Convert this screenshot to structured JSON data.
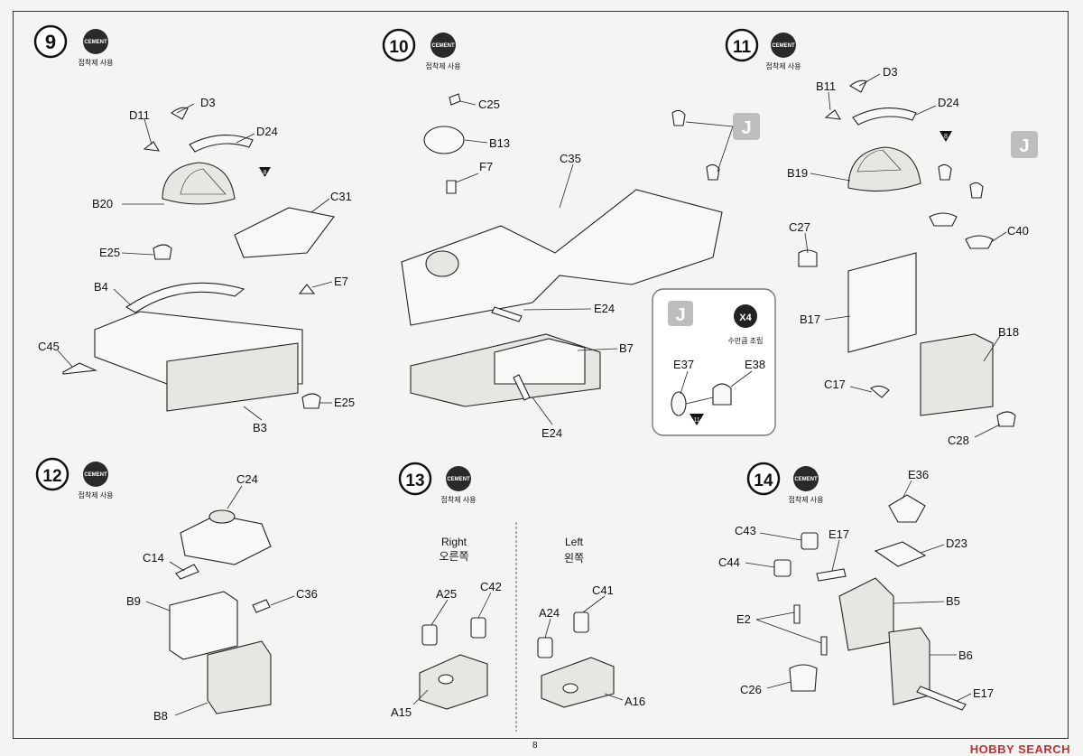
{
  "page_number": "8",
  "watermark": "HOBBY SEARCH",
  "cement_badge": "CEMENT",
  "cement_note": "접착제 사용",
  "steps": [
    {
      "number": "9",
      "labels": [
        "D3",
        "D11",
        "D24",
        "B20",
        "8",
        "C31",
        "E25",
        "E7",
        "B4",
        "C45",
        "E25",
        "B3"
      ]
    },
    {
      "number": "10",
      "labels": [
        "C25",
        "B13",
        "F7",
        "C35",
        "E24",
        "B7",
        "E24"
      ],
      "subassembly": {
        "tag": "J",
        "times": "X4",
        "note": "수만큼 조립",
        "parts": [
          "E37",
          "E38"
        ],
        "ref_step": "11"
      }
    },
    {
      "number": "11",
      "labels": [
        "D3",
        "B11",
        "D24",
        "8",
        "B19",
        "C27",
        "C40",
        "B17",
        "B18",
        "C17",
        "C28"
      ]
    },
    {
      "number": "12",
      "labels": [
        "C24",
        "C14",
        "C36",
        "B9",
        "B8"
      ]
    },
    {
      "number": "13",
      "right_title": "Right",
      "right_title_ko": "오른쪽",
      "left_title": "Left",
      "left_title_ko": "왼쪽",
      "labels": [
        "A25",
        "C42",
        "A15",
        "A24",
        "C41",
        "A16"
      ]
    },
    {
      "number": "14",
      "labels": [
        "E36",
        "C43",
        "E17",
        "D23",
        "C44",
        "B5",
        "E2",
        "B6",
        "C26",
        "E17"
      ]
    }
  ],
  "tags": {
    "j": "J"
  }
}
